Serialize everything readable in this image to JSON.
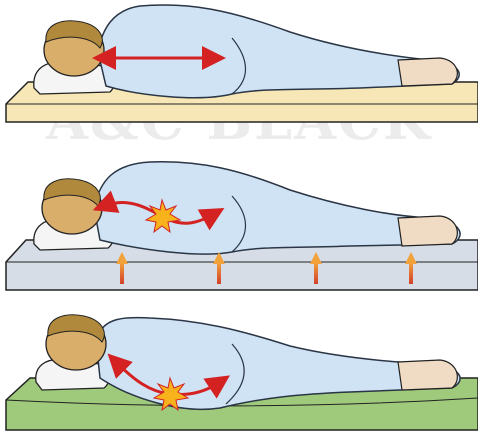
{
  "watermark": {
    "text": "A&C BLACK"
  },
  "colors": {
    "skin": "#d9ad6a",
    "hair": "#b0893c",
    "pajama": "#cfe3f5",
    "pajama_line": "#2a3545",
    "pillow": "#f5f5f5",
    "mattress_firm": "#f7e7b6",
    "mattress_hard": "#d6dde6",
    "mattress_soft": "#9fc97b",
    "arrow_spine": "#d42222",
    "pressure_arrow": "#d3412a",
    "pain_burst": "#f7b21c"
  },
  "panels": [
    {
      "id": "ideal",
      "mattress": "mattress_firm",
      "spine": "straight",
      "pain": false,
      "pressure_arrows": 0
    },
    {
      "id": "too-hard",
      "mattress": "mattress_hard",
      "spine": "curved-down",
      "pain": true,
      "pressure_arrows": 4
    },
    {
      "id": "too-soft",
      "mattress": "mattress_soft",
      "spine": "sagging",
      "pain": true,
      "pressure_arrows": 0
    }
  ]
}
